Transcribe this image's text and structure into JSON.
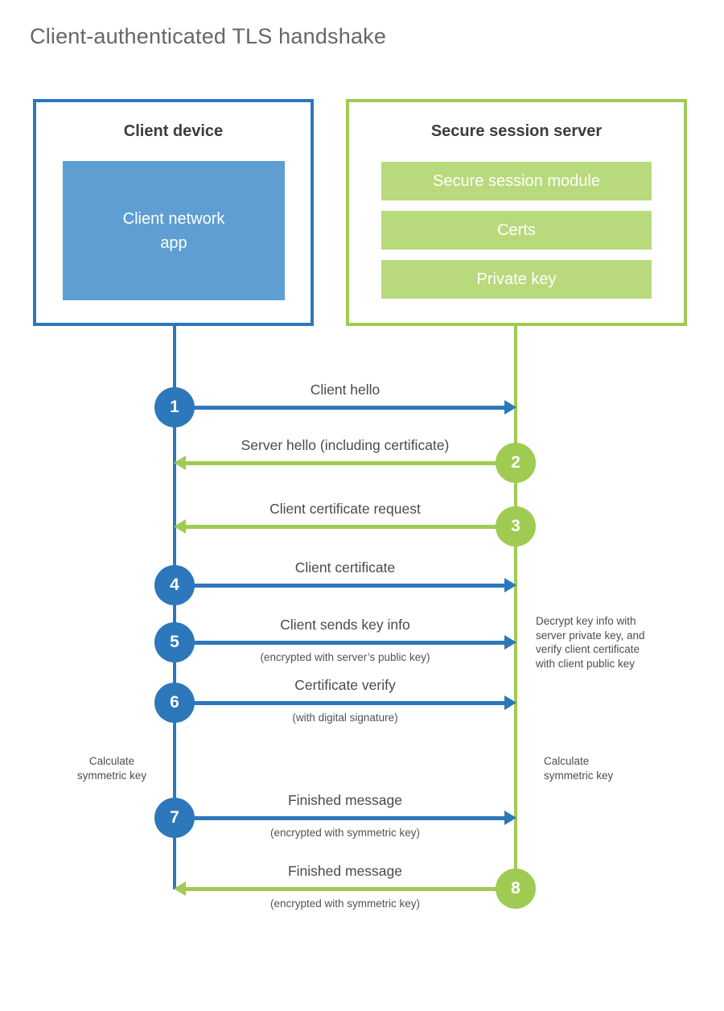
{
  "title": "Client-authenticated TLS handshake",
  "colors": {
    "blue_accent": "#2d77bb",
    "blue_fill": "#5e9ed3",
    "green_accent": "#9fcb53",
    "green_fill": "#b8da7c",
    "heading_text": "#3c3c3c",
    "label_text": "#4a4a4a"
  },
  "client": {
    "title": "Client device",
    "app_label": "Client network\napp"
  },
  "server": {
    "title": "Secure session server",
    "modules": [
      "Secure session module",
      "Certs",
      "Private key"
    ]
  },
  "messages": [
    {
      "num": "1",
      "label": "Client hello",
      "direction": "right"
    },
    {
      "num": "2",
      "label": "Server hello (including certificate)",
      "direction": "left"
    },
    {
      "num": "3",
      "label": "Client certificate request",
      "direction": "left"
    },
    {
      "num": "4",
      "label": "Client certificate",
      "direction": "right"
    },
    {
      "num": "5",
      "label": "Client sends key info",
      "sub": "(encrypted with server’s public key)",
      "direction": "right"
    },
    {
      "num": "6",
      "label": "Certificate verify",
      "sub": "(with digital signature)",
      "direction": "right"
    },
    {
      "num": "7",
      "label": "Finished message",
      "sub": "(encrypted with symmetric key)",
      "direction": "right"
    },
    {
      "num": "8",
      "label": "Finished message",
      "sub": "(encrypted with symmetric key)",
      "direction": "left"
    }
  ],
  "notes": {
    "decrypt": "Decrypt key info with\nserver private key, and\nverify client certificate\nwith client public key",
    "calc_left": "Calculate\nsymmetric key",
    "calc_right": "Calculate\nsymmetric key"
  }
}
